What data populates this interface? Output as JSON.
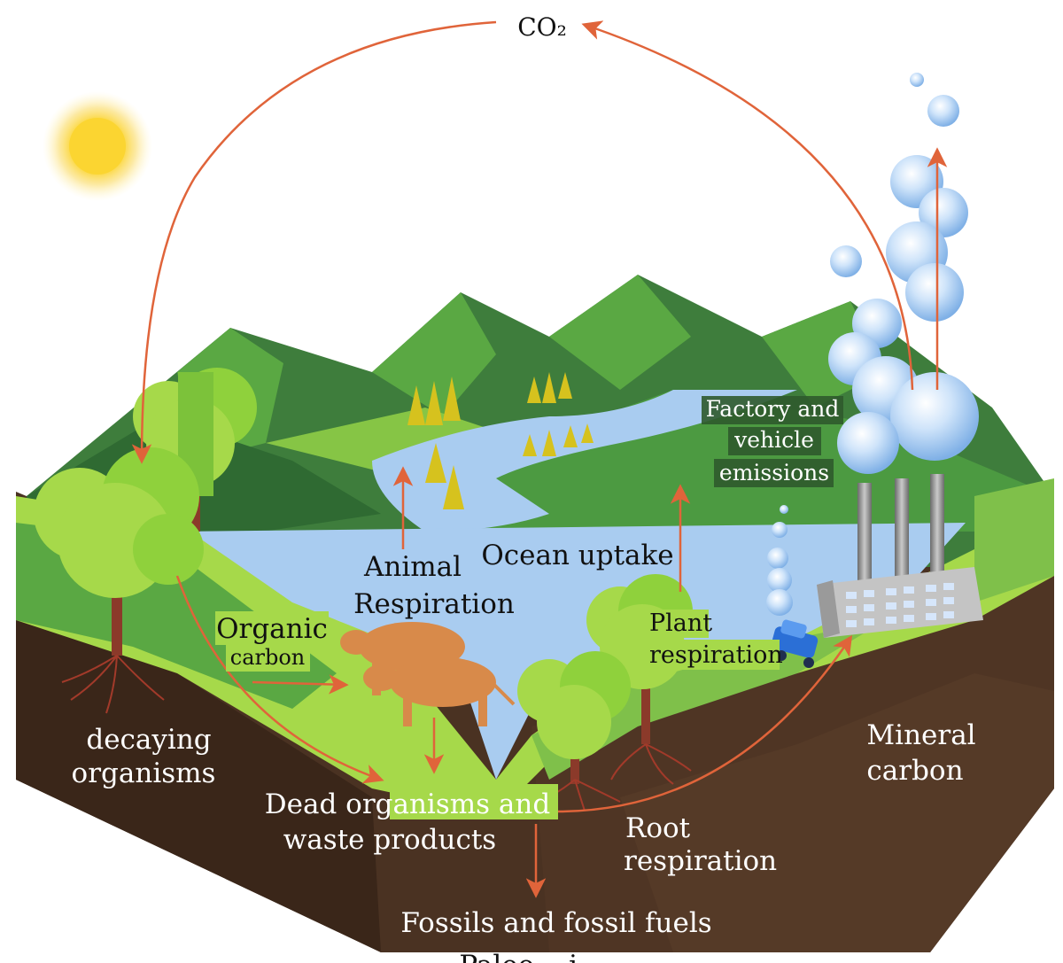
{
  "title": "CO₂",
  "labels": {
    "factory": [
      "Factory and",
      "vehicle",
      "emissions"
    ],
    "animal_respiration": [
      "Animal",
      "Respiration"
    ],
    "ocean_uptake": "Ocean uptake",
    "organic_carbon": [
      "Organic",
      "carbon"
    ],
    "plant_respiration": [
      "Plant",
      "respiration"
    ],
    "decaying_organisms": [
      "decaying",
      "organisms"
    ],
    "dead_organisms": [
      "Dead organisms and",
      "waste products"
    ],
    "root_respiration": [
      "Root",
      "respiration"
    ],
    "mineral_carbon": [
      "Mineral",
      "carbon"
    ],
    "fossils": "Fossils and fossil fuels",
    "bottom_cut": "Paleo... i..."
  },
  "colors": {
    "arrow": "#e0643a",
    "dark_green": "#3e7d3c",
    "mid_green": "#5aa843",
    "light_green": "#a6d94a",
    "water": "#a9ccf0",
    "soil": "#4a3222",
    "soil_dark": "#3a2619",
    "sun": "#fbd531",
    "cow": "#d88a4a",
    "bubble": "#a7cdf3"
  }
}
